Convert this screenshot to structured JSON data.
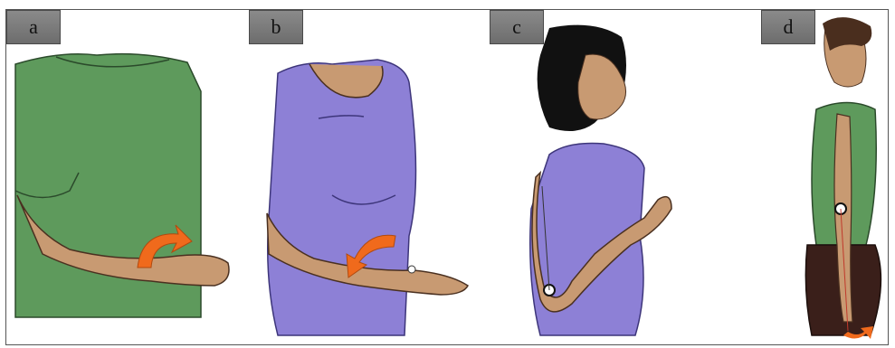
{
  "figure": {
    "panels": [
      {
        "label": "a",
        "description_icon": "forearm-pronation-illustration"
      },
      {
        "label": "b",
        "description_icon": "forearm-supination-illustration"
      },
      {
        "label": "c",
        "description_icon": "elbow-flexion-illustration"
      },
      {
        "label": "d",
        "description_icon": "elbow-extension-illustration"
      }
    ],
    "colors": {
      "shirt_green": "#5e9a5c",
      "shirt_purple": "#8d80d6",
      "skin": "#c89a72",
      "arrow_orange": "#f06a1c",
      "hair": "#111111",
      "pants": "#3a1f1a"
    }
  }
}
